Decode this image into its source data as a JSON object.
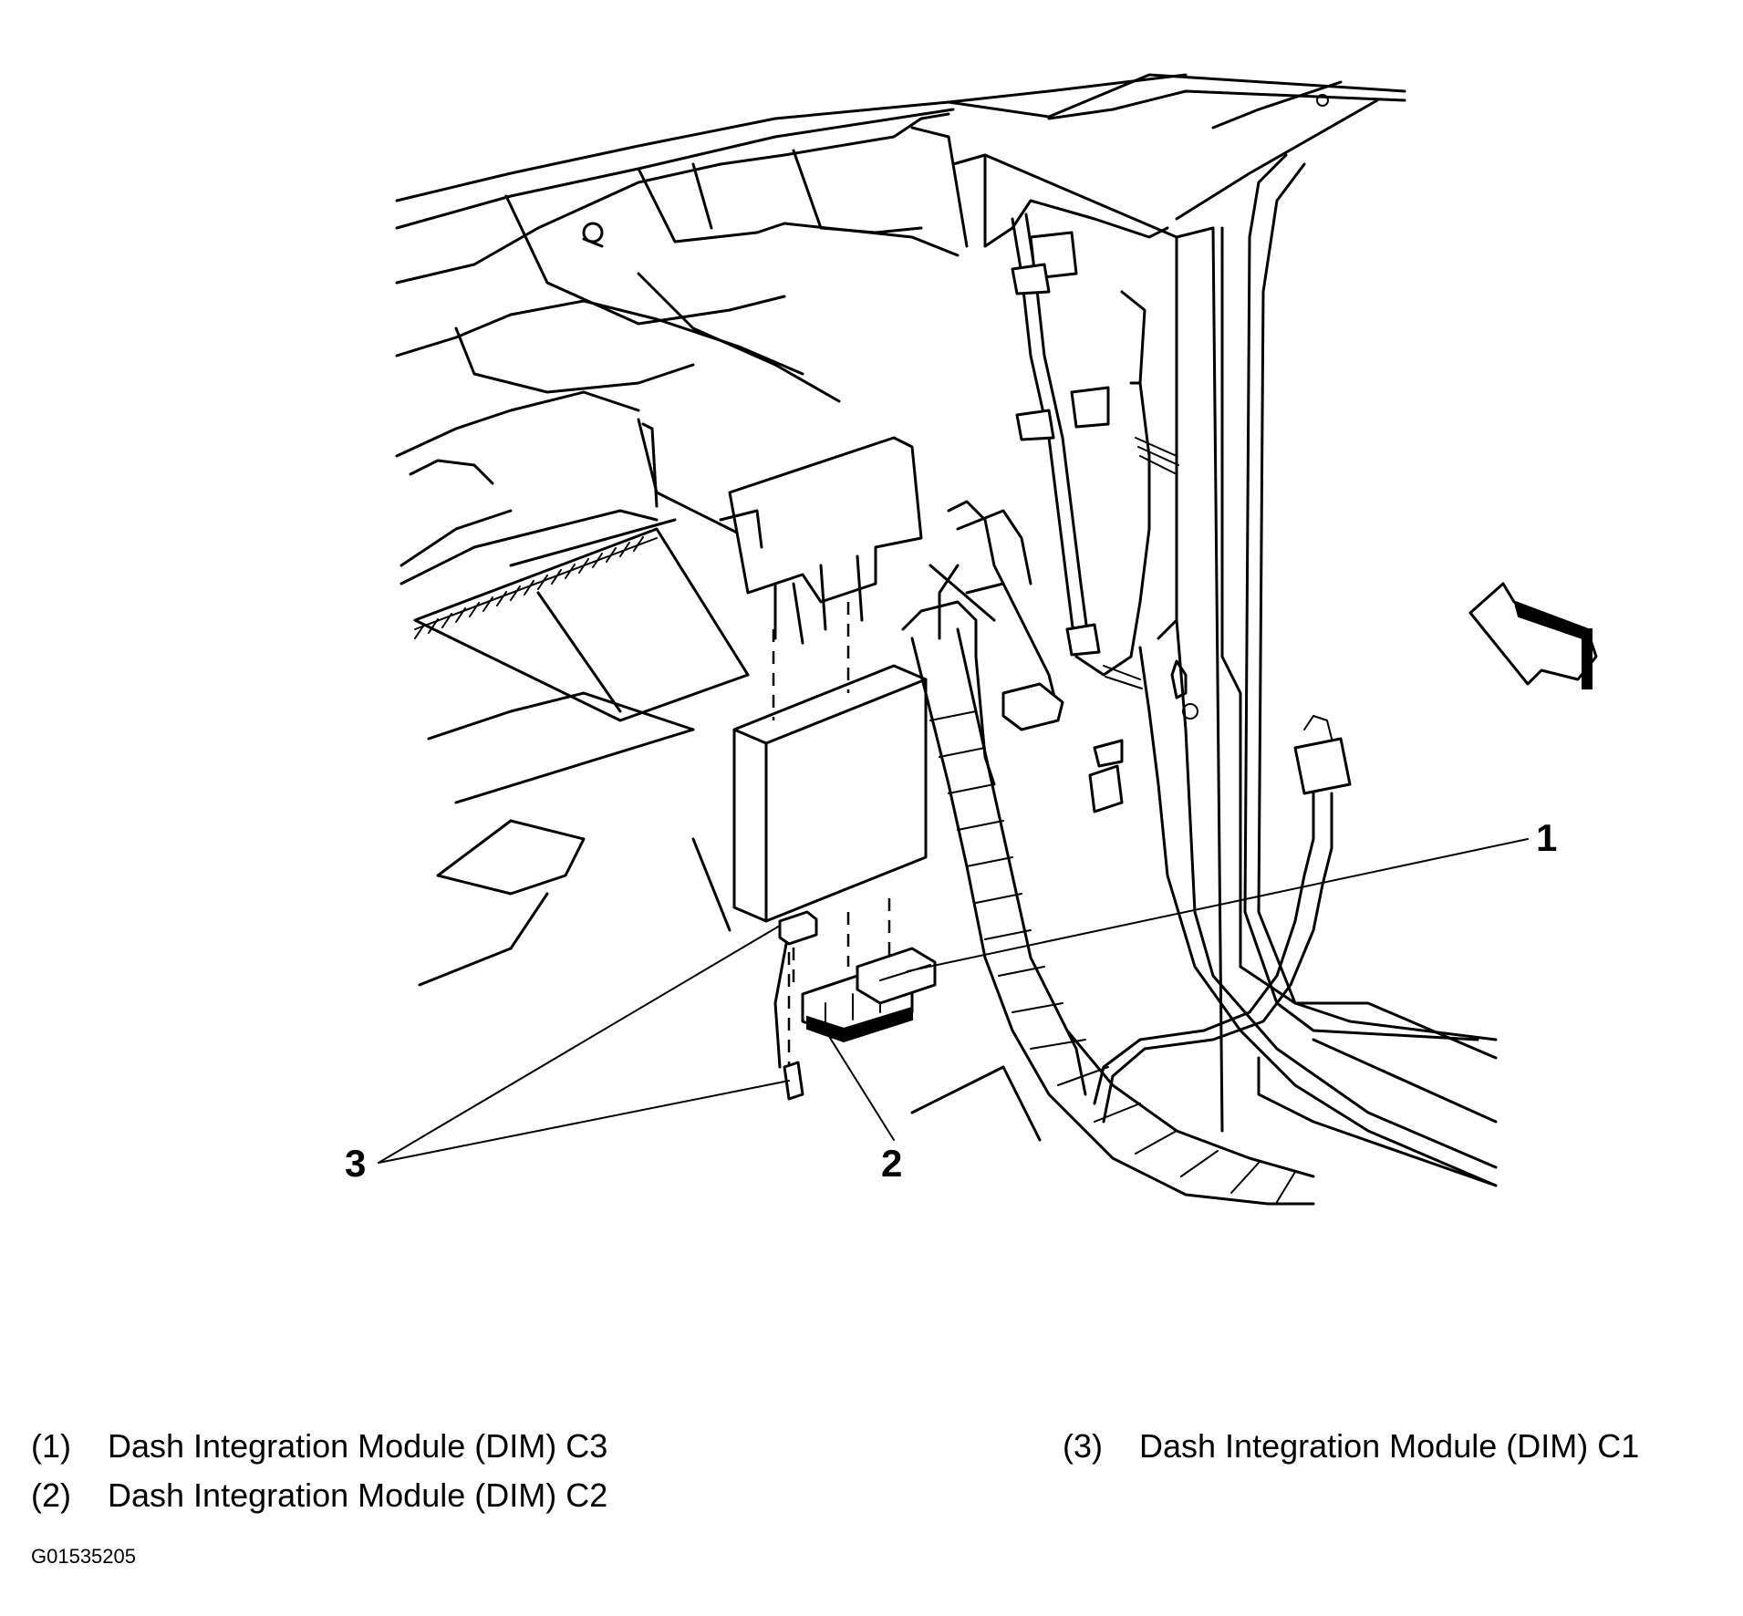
{
  "callouts": [
    "1",
    "2",
    "3"
  ],
  "legend": [
    {
      "num": "(1)",
      "text": "Dash Integration Module (DIM) C3"
    },
    {
      "num": "(2)",
      "text": "Dash Integration Module (DIM) C2"
    },
    {
      "num": "(3)",
      "text": "Dash Integration Module (DIM) C1"
    }
  ],
  "figure_id": "G01535205"
}
